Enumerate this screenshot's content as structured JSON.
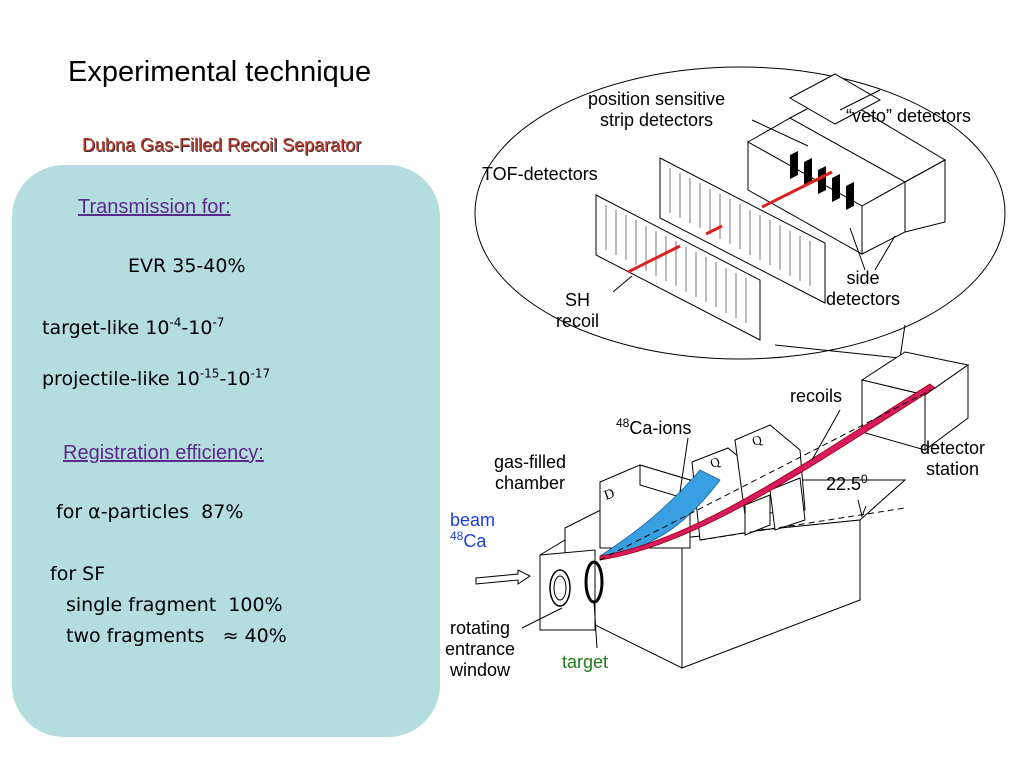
{
  "title": "Experimental technique",
  "subtitle": "Dubna Gas-Filled Recoil Separator",
  "panel": {
    "transmission_heading": "Transmission for:",
    "evr": "EVR 35-40%",
    "target_like": {
      "prefix": "target-like 10",
      "exp1": "-4",
      "mid": "-10",
      "exp2": "-7"
    },
    "projectile_like": {
      "prefix": "projectile-like 10",
      "exp1": "-15",
      "mid": "-10",
      "exp2": "-17"
    },
    "registration_heading": "Registration efficiency:",
    "alpha": "for α-particles  87%",
    "sf": "for SF",
    "single": "single fragment  100%",
    "two": "two fragments   ≈ 40%"
  },
  "diagram": {
    "position_sensitive": [
      "position sensitive",
      "strip detectors"
    ],
    "veto": "“veto” detectors",
    "tof": "TOF-detectors",
    "side": [
      "side",
      "detectors"
    ],
    "sh_recoil": [
      "SH",
      "recoil"
    ],
    "recoils": "recoils",
    "ca_ions": {
      "mass": "48",
      "text": "Ca-ions"
    },
    "gas_filled": [
      "gas-filled",
      "chamber"
    ],
    "detector_station": [
      "detector",
      "station"
    ],
    "angle": {
      "value": "22.5",
      "sup": "0"
    },
    "beam": {
      "line1": "beam",
      "mass": "48",
      "element": "Ca"
    },
    "rotating": [
      "rotating",
      "entrance",
      "window"
    ],
    "target": "target",
    "magnet_labels": [
      "D",
      "Q",
      "Q"
    ],
    "colors": {
      "beam_label": "#1a3fd6",
      "target_label": "#1d7a1d",
      "recoil_band": "#d81b60",
      "track": "#e02020"
    }
  }
}
